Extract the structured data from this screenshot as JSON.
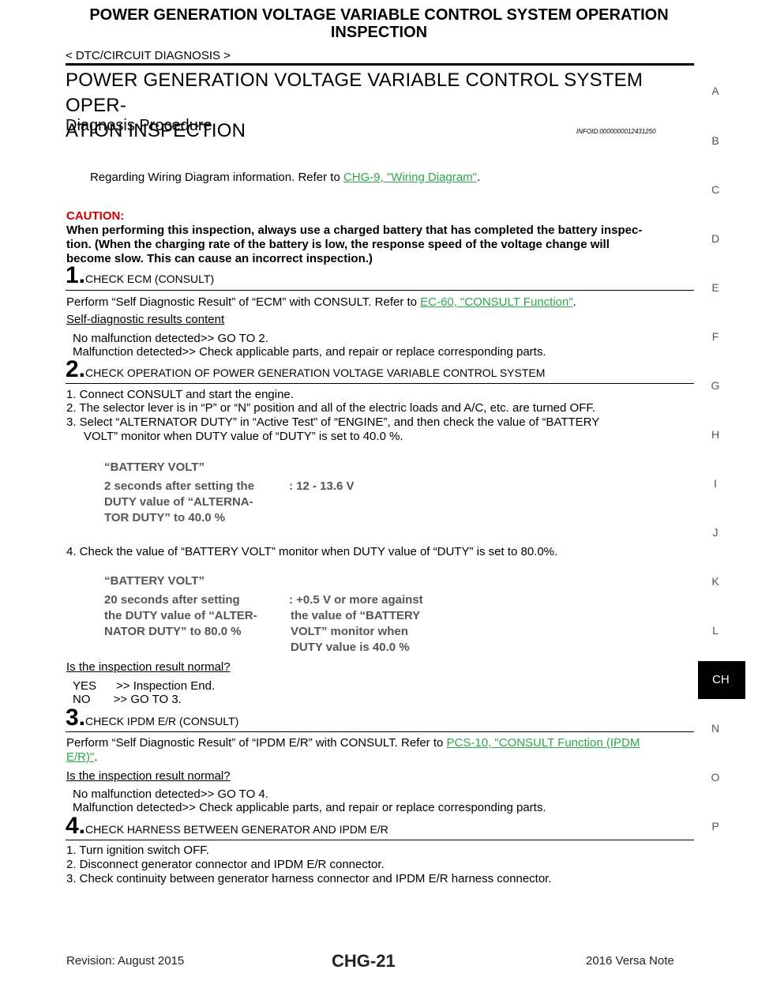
{
  "header": {
    "title_line1": "POWER GENERATION VOLTAGE VARIABLE CONTROL SYSTEM OPERATION",
    "title_line2": "INSPECTION",
    "breadcrumb": "< DTC/CIRCUIT DIAGNOSIS >"
  },
  "section": {
    "title_line1": "POWER GENERATION VOLTAGE VARIABLE CONTROL SYSTEM OPER-",
    "title_line2": "ATION INSPECTION",
    "subtitle": "Diagnosis Procedure",
    "info_id": "INFOID:0000000012431250"
  },
  "side_letters": [
    "A",
    "B",
    "C",
    "D",
    "E",
    "F",
    "G",
    "H",
    "I",
    "J",
    "K",
    "L",
    "N",
    "O",
    "P"
  ],
  "side_tab": "CH",
  "intro": {
    "text": "Regarding Wiring Diagram information. Refer to ",
    "link": "CHG-9, \"Wiring Diagram\"",
    "end": "."
  },
  "caution": {
    "label": "CAUTION:",
    "line1": "When performing this inspection, always use a charged battery that has completed the battery inspec-",
    "line2": "tion. (When the charging rate of the battery is low, the response speed of the voltage change will",
    "line3": "become slow. This can cause an incorrect inspection.)"
  },
  "step1": {
    "num": "1.",
    "title": "CHECK ECM (CONSULT)",
    "text": "Perform “Self Diagnostic Result” of “ECM” with CONSULT. Refer to ",
    "link": "EC-60, \"CONSULT Function\"",
    "end": ".",
    "label": "Self-diagnostic results content",
    "r1": "No malfunction detected>>  GO TO 2.",
    "r2": "Malfunction detected>>  Check applicable parts, and repair or replace corresponding parts."
  },
  "step2": {
    "num": "2.",
    "title": "CHECK OPERATION OF POWER GENERATION VOLTAGE VARIABLE CONTROL SYSTEM",
    "i1": "1.  Connect CONSULT and start the engine.",
    "i2": "2.  The selector lever is in “P” or “N” position and all of the electric loads and A/C, etc. are turned OFF.",
    "i3a": "3.  Select “ALTERNATOR DUTY” in “Active Test” of “ENGINE”, and then check the value of “BATTERY",
    "i3b": "VOLT” monitor when DUTY value of “DUTY” is set to 40.0 %.",
    "box1_head": "“BATTERY VOLT”",
    "box1_l1": "2 seconds after setting the",
    "box1_l2": "DUTY value of “ALTERNA-",
    "box1_l3": "TOR DUTY” to 40.0 %",
    "box1_val": ": 12 - 13.6 V",
    "i4": "4.  Check the value of “BATTERY VOLT” monitor when DUTY value of “DUTY” is set to 80.0%.",
    "box2_head": "“BATTERY VOLT”",
    "box2_l1": "20 seconds after setting",
    "box2_l2": "the DUTY value of “ALTER-",
    "box2_l3": "NATOR DUTY” to 80.0 %",
    "box2_v1": ": +0.5 V or more against",
    "box2_v2": "the value of “BATTERY",
    "box2_v3": "VOLT” monitor when",
    "box2_v4": "DUTY value is 40.0 %",
    "question": "Is the inspection result normal?",
    "yes": "YES      >> Inspection End.",
    "no": "NO       >> GO TO 3."
  },
  "step3": {
    "num": "3.",
    "title": "CHECK IPDM E/R (CONSULT)",
    "text": "Perform “Self Diagnostic Result” of “IPDM E/R” with CONSULT. Refer to ",
    "link1": "PCS-10, \"CONSULT Function (IPDM",
    "link2": "E/R)\"",
    "end": ".",
    "question": "Is the inspection result normal?",
    "r1": "No malfunction detected>>  GO TO 4.",
    "r2": "Malfunction detected>>  Check applicable parts, and repair or replace corresponding parts."
  },
  "step4": {
    "num": "4.",
    "title": "CHECK HARNESS BETWEEN GENERATOR AND IPDM E/R",
    "i1": "1.  Turn ignition switch OFF.",
    "i2": "2.  Disconnect generator connector and IPDM E/R connector.",
    "i3": "3.  Check continuity between generator harness connector and IPDM E/R harness connector."
  },
  "footer": {
    "revision": "Revision: August 2015",
    "page": "CHG-21",
    "model": "2016 Versa Note"
  }
}
